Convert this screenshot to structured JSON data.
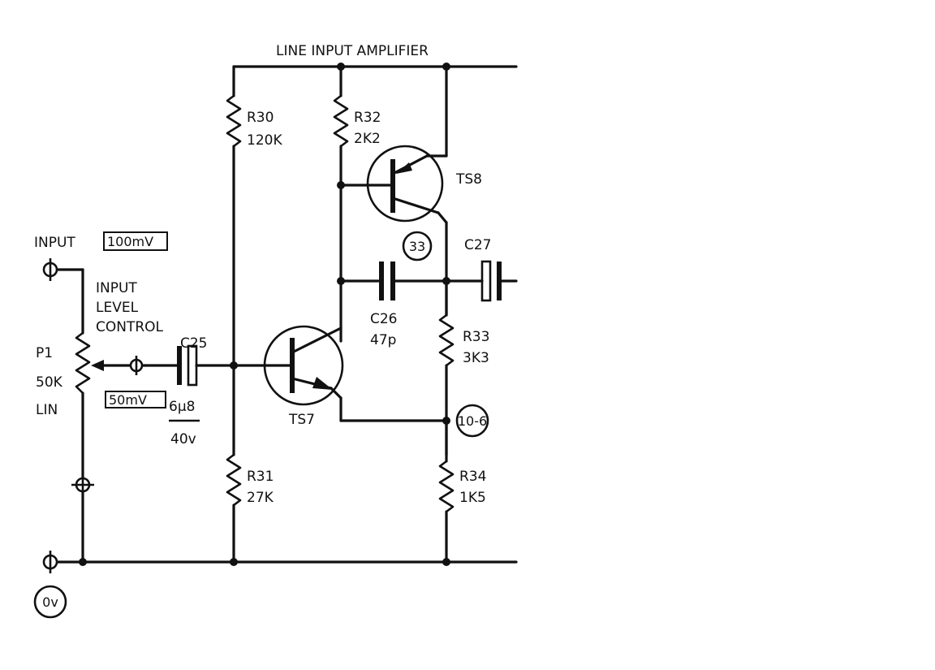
{
  "title": "LINE INPUT AMPLIFIER",
  "input": {
    "label": "INPUT",
    "level": "100mV"
  },
  "ground": "0v",
  "control": {
    "line1": "INPUT",
    "line2": "LEVEL",
    "line3": "CONTROL"
  },
  "components": {
    "P1": {
      "ref": "P1",
      "value": "50K",
      "type": "LIN"
    },
    "C25": {
      "ref": "C25",
      "value": "6μ8",
      "voltage": "40v",
      "level": "50mV"
    },
    "R30": {
      "ref": "R30",
      "value": "120K"
    },
    "R31": {
      "ref": "R31",
      "value": "27K"
    },
    "R32": {
      "ref": "R32",
      "value": "2K2"
    },
    "R33": {
      "ref": "R33",
      "value": "3K3"
    },
    "R34": {
      "ref": "R34",
      "value": "1K5"
    },
    "C26": {
      "ref": "C26",
      "value": "47p"
    },
    "C27": {
      "ref": "C27"
    },
    "TS7": {
      "ref": "TS7"
    },
    "TS8": {
      "ref": "TS8"
    }
  },
  "test_points": {
    "tp1": "33",
    "tp2": "10-6"
  }
}
